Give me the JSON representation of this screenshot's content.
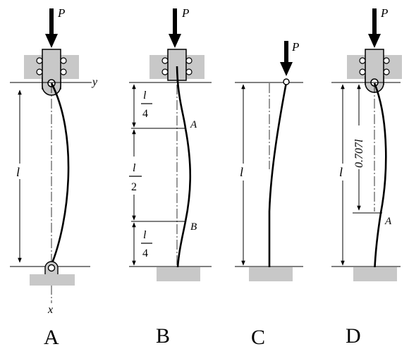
{
  "figures": [
    {
      "caption": "A",
      "load": "P",
      "length": "l",
      "axis_x": "x",
      "axis_y": "y"
    },
    {
      "caption": "B",
      "load": "P",
      "seg_top_num": "l",
      "seg_top_den": "4",
      "seg_mid_num": "l",
      "seg_mid_den": "2",
      "seg_bot_num": "l",
      "seg_bot_den": "4",
      "point_a": "A",
      "point_b": "B"
    },
    {
      "caption": "C",
      "load": "P",
      "length": "l"
    },
    {
      "caption": "D",
      "load": "P",
      "length": "l",
      "partial_length": "0.707l",
      "point_a": "A"
    }
  ]
}
